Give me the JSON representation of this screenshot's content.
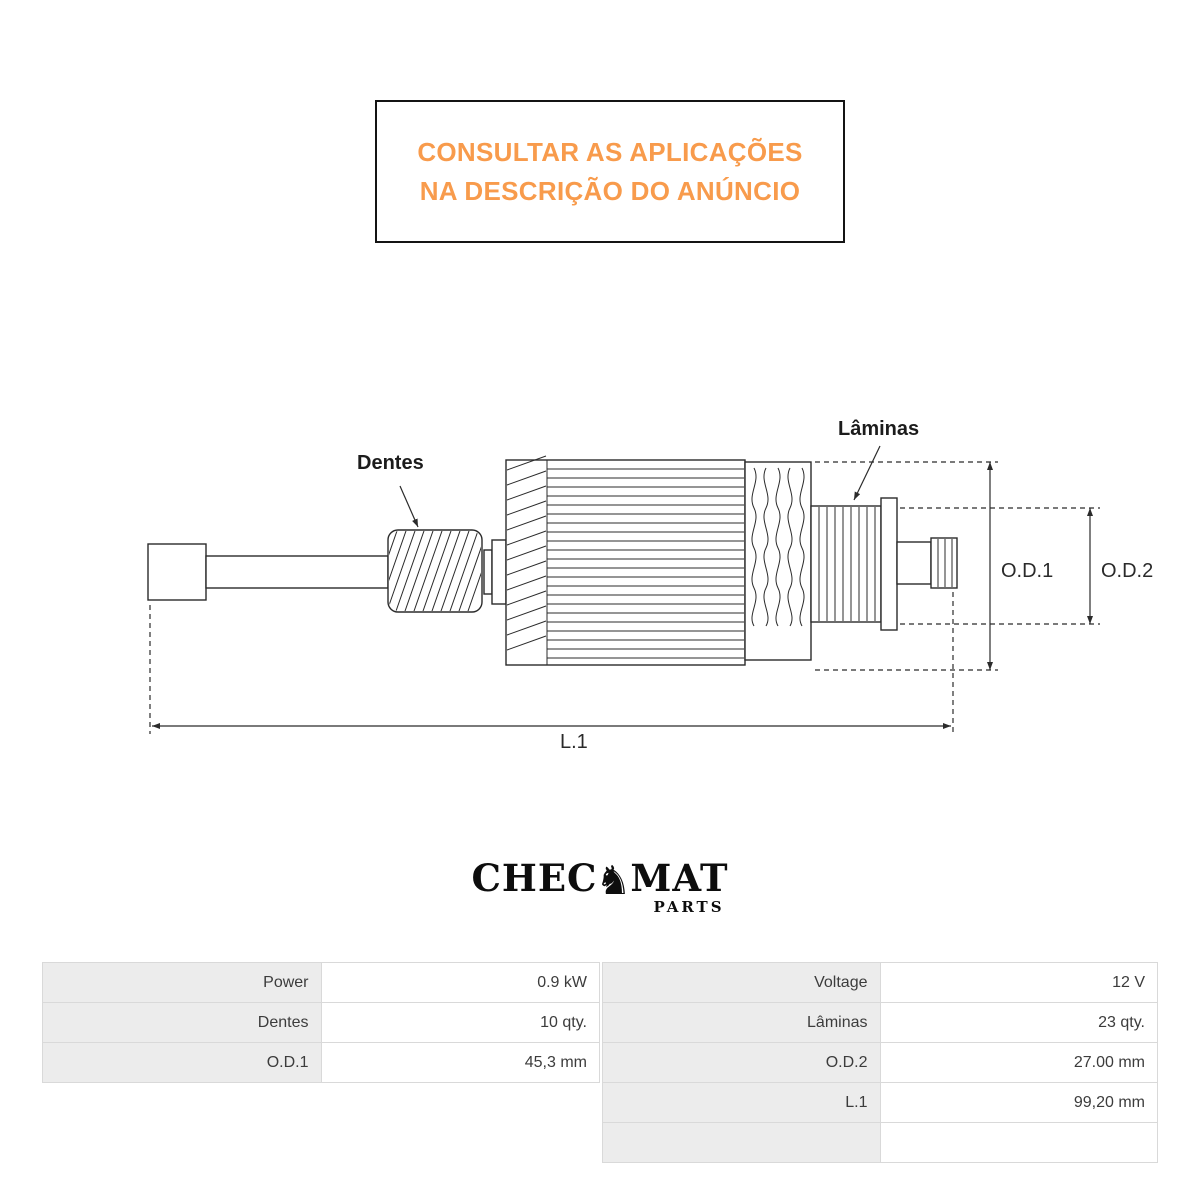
{
  "banner": {
    "line1": "CONSULTAR AS APLICAÇÕES",
    "line2": "NA DESCRIÇÃO DO ANÚNCIO"
  },
  "colors": {
    "banner_text": "#F89B4C",
    "drawing_lines": "#2B2B2B",
    "table_label_bg": "#ECECEC",
    "table_border": "#D9D9D9"
  },
  "diagram": {
    "labels": {
      "dentes": "Dentes",
      "laminas": "Lâminas",
      "od1": "O.D.1",
      "od2": "O.D.2",
      "l1": "L.1"
    }
  },
  "logo": {
    "main_left": "CHEC",
    "knight_icon": "♞",
    "main_right": "MAT",
    "sub": "PARTS"
  },
  "table": {
    "left": [
      {
        "label": "Power",
        "value": "0.9 kW"
      },
      {
        "label": "Dentes",
        "value": "10 qty."
      },
      {
        "label": "O.D.1",
        "value": "45,3 mm"
      }
    ],
    "right": [
      {
        "label": "Voltage",
        "value": "12 V"
      },
      {
        "label": "Lâminas",
        "value": "23 qty."
      },
      {
        "label": "O.D.2",
        "value": "27.00 mm"
      },
      {
        "label": "L.1",
        "value": "99,20 mm"
      },
      {
        "label": "",
        "value": ""
      }
    ]
  }
}
